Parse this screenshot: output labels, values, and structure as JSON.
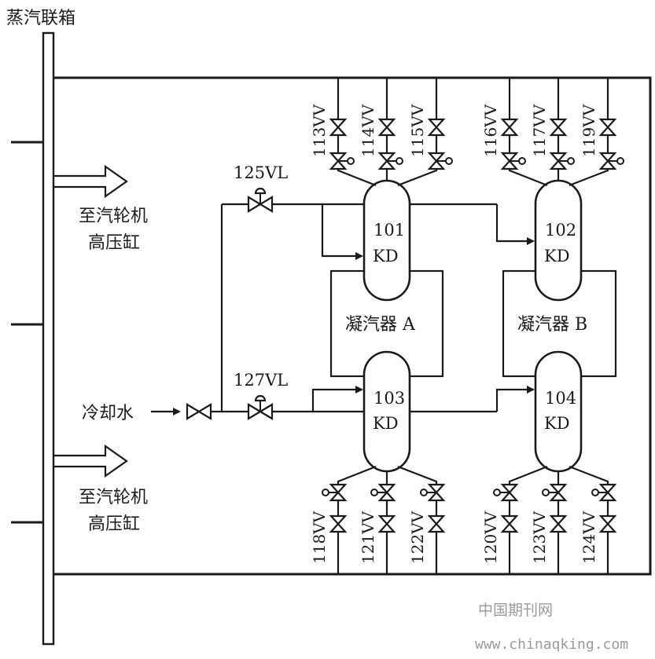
{
  "header": {
    "title": "蒸汽联箱"
  },
  "labels": {
    "to_turbine_upper": [
      "至汽轮机",
      "高压缸"
    ],
    "to_turbine_lower": [
      "至汽轮机",
      "高压缸"
    ],
    "cooling_water": "冷却水",
    "condenser_a": "凝汽器 A",
    "condenser_b": "凝汽器 B"
  },
  "valves": {
    "v125": "125VL",
    "v127": "127VL",
    "top_a": [
      "113VV",
      "114VV",
      "115VV"
    ],
    "top_b": [
      "116VV",
      "117VV",
      "119VV"
    ],
    "bottom_a": [
      "118VV",
      "121VV",
      "122VV"
    ],
    "bottom_b": [
      "120VV",
      "123VV",
      "124VV"
    ]
  },
  "units": [
    {
      "id": "101",
      "type": "KD"
    },
    {
      "id": "102",
      "type": "KD"
    },
    {
      "id": "103",
      "type": "KD"
    },
    {
      "id": "104",
      "type": "KD"
    }
  ],
  "watermark": {
    "site_name": "中国期刊网",
    "url": "www.chinaqking.com"
  }
}
